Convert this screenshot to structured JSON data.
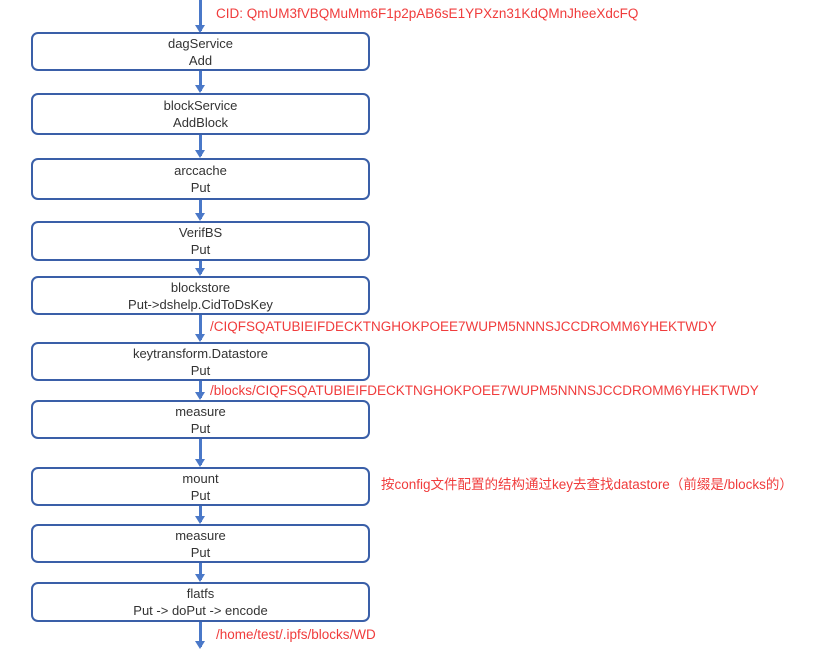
{
  "diagram": {
    "title": "IPFS block Put call chain",
    "boxes": [
      {
        "name": "dagService",
        "method": "Add"
      },
      {
        "name": "blockService",
        "method": "AddBlock"
      },
      {
        "name": "arccache",
        "method": "Put"
      },
      {
        "name": "VerifBS",
        "method": "Put"
      },
      {
        "name": "blockstore",
        "method": "Put->dshelp.CidToDsKey"
      },
      {
        "name": "keytransform.Datastore",
        "method": "Put"
      },
      {
        "name": "measure",
        "method": "Put"
      },
      {
        "name": "mount",
        "method": "Put"
      },
      {
        "name": "measure",
        "method": "Put"
      },
      {
        "name": "flatfs",
        "method": "Put -> doPut -> encode"
      }
    ],
    "annotations": {
      "cid": "CID: QmUM3fVBQMuMm6F1p2pAB6sE1YPXzn31KdQMnJheeXdcFQ",
      "ds_key": "/CIQFSQATUBIEIFDECKTNGHOKPOEE7WUPM5NNNSJCCDROMM6YHEKTWDY",
      "prefixed_key": "/blocks/CIQFSQATUBIEIFDECKTNGHOKPOEE7WUPM5NNNSJCCDROMM6YHEKTWDY",
      "mount_note": "按config文件配置的结构通过key去查找datastore（前缀是/blocks的）",
      "file_path": "/home/test/.ipfs/blocks/WD"
    },
    "colors": {
      "box_border": "#3a5fa8",
      "arrow": "#4a78c8",
      "annotation_text": "#f03c3c"
    }
  }
}
